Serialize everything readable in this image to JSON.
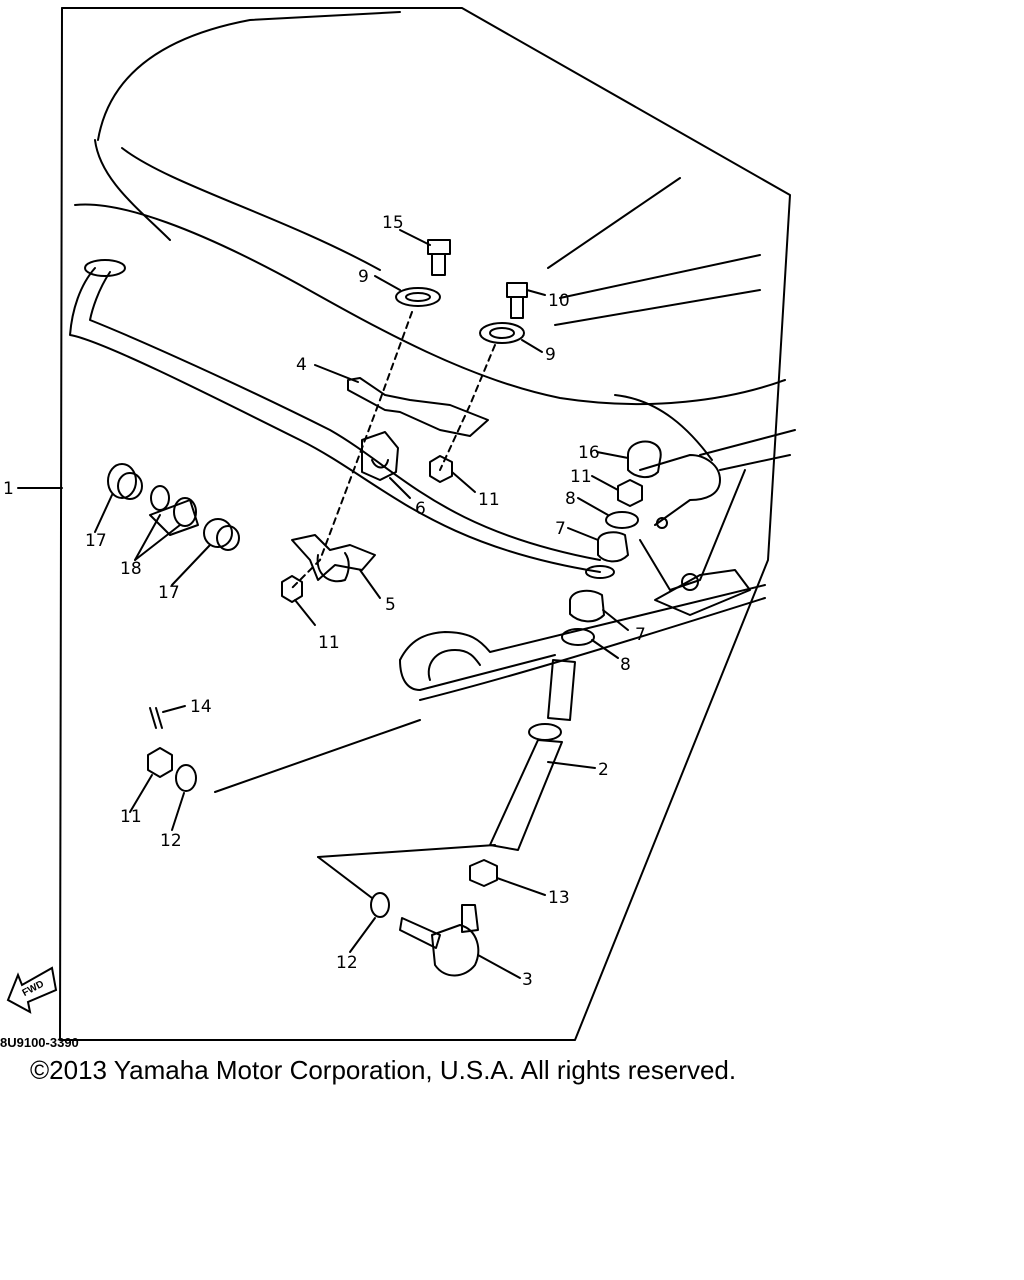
{
  "diagram": {
    "callouts": [
      {
        "id": "c1",
        "text": "1"
      },
      {
        "id": "c2",
        "text": "2"
      },
      {
        "id": "c3",
        "text": "3"
      },
      {
        "id": "c4",
        "text": "4"
      },
      {
        "id": "c5",
        "text": "5"
      },
      {
        "id": "c6",
        "text": "6"
      },
      {
        "id": "c7a",
        "text": "7"
      },
      {
        "id": "c7b",
        "text": "7"
      },
      {
        "id": "c8a",
        "text": "8"
      },
      {
        "id": "c8b",
        "text": "8"
      },
      {
        "id": "c9a",
        "text": "9"
      },
      {
        "id": "c9b",
        "text": "9"
      },
      {
        "id": "c10",
        "text": "10"
      },
      {
        "id": "c11a",
        "text": "11"
      },
      {
        "id": "c11b",
        "text": "11"
      },
      {
        "id": "c11c",
        "text": "11"
      },
      {
        "id": "c11d",
        "text": "11"
      },
      {
        "id": "c12a",
        "text": "12"
      },
      {
        "id": "c12b",
        "text": "12"
      },
      {
        "id": "c13",
        "text": "13"
      },
      {
        "id": "c14",
        "text": "14"
      },
      {
        "id": "c15",
        "text": "15"
      },
      {
        "id": "c16",
        "text": "16"
      },
      {
        "id": "c17a",
        "text": "17"
      },
      {
        "id": "c17b",
        "text": "17"
      },
      {
        "id": "c18",
        "text": "18"
      }
    ],
    "fwd_label": "FWD",
    "figure_code": "8U9100-3390"
  },
  "footer": {
    "copyright": "©2013 Yamaha Motor Corporation, U.S.A. All rights reserved."
  },
  "colors": {
    "ink": "#000000",
    "paper": "#ffffff"
  }
}
